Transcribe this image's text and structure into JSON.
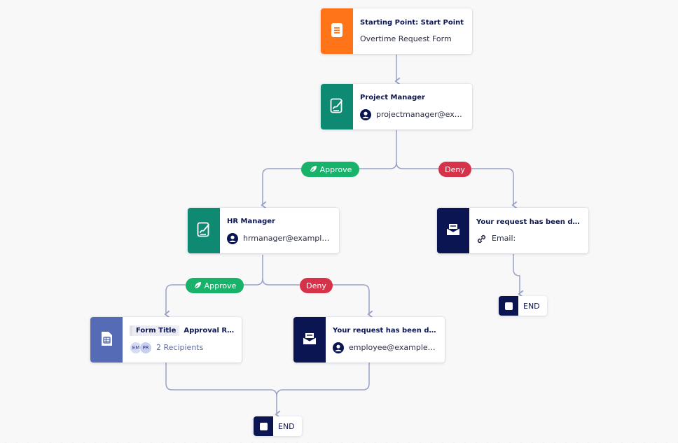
{
  "colors": {
    "start": "#ff7419",
    "approval": "#0e8a72",
    "email": "#0a1551",
    "form": "#566bb6",
    "approve_badge": "#18b26b",
    "deny_badge": "#d6334b",
    "connector": "#9aa2c6"
  },
  "nodes": {
    "start": {
      "title": "Starting Point: Start Point",
      "subtitle": "Overtime Request Form",
      "icon": "document-icon"
    },
    "project_manager": {
      "title": "Project Manager",
      "assignee": "projectmanager@exa...",
      "icon": "approval-signature-icon"
    },
    "hr_manager": {
      "title": "HR Manager",
      "assignee": "hrmanager@example....",
      "icon": "approval-signature-icon"
    },
    "denied_top": {
      "title": "Your request has been denied.",
      "recipient": "Email:",
      "icon": "email-icon"
    },
    "form_doc": {
      "field_label": "Form Title",
      "field_value": "Approval Rep...",
      "avatars": [
        "EM",
        "PR"
      ],
      "recipients": "2 Recipients",
      "icon": "form-document-icon"
    },
    "denied_employee": {
      "title": "Your request has been denied.",
      "recipient": "employee@example.c...",
      "icon": "email-icon"
    }
  },
  "branches": {
    "pm_approve": "Approve",
    "pm_deny": "Deny",
    "hr_approve": "Approve",
    "hr_deny": "Deny"
  },
  "ends": {
    "right": "END",
    "bottom": "END"
  }
}
